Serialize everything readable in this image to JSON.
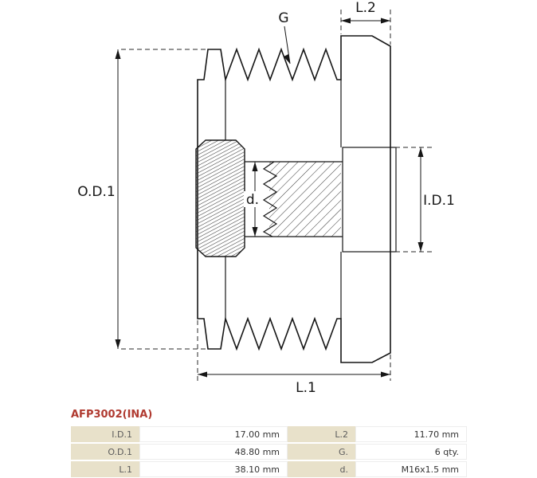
{
  "product": {
    "code": "AFP3002(INA)"
  },
  "drawing": {
    "labels": {
      "od1": "O.D.1",
      "id1": "I.D.1",
      "l1": "L.1",
      "l2": "L.2",
      "g": "G",
      "d": "d."
    }
  },
  "specs": {
    "rows": [
      {
        "k1": "I.D.1",
        "v1": "17.00 mm",
        "k2": "L.2",
        "v2": "11.70 mm"
      },
      {
        "k1": "O.D.1",
        "v1": "48.80 mm",
        "k2": "G.",
        "v2": "6 qty."
      },
      {
        "k1": "L.1",
        "v1": "38.10 mm",
        "k2": "d.",
        "v2": "M16x1.5 mm"
      }
    ]
  },
  "colors": {
    "accent_red": "#b03a30",
    "table_label_bg": "#e8e1ca",
    "line": "#161616"
  }
}
